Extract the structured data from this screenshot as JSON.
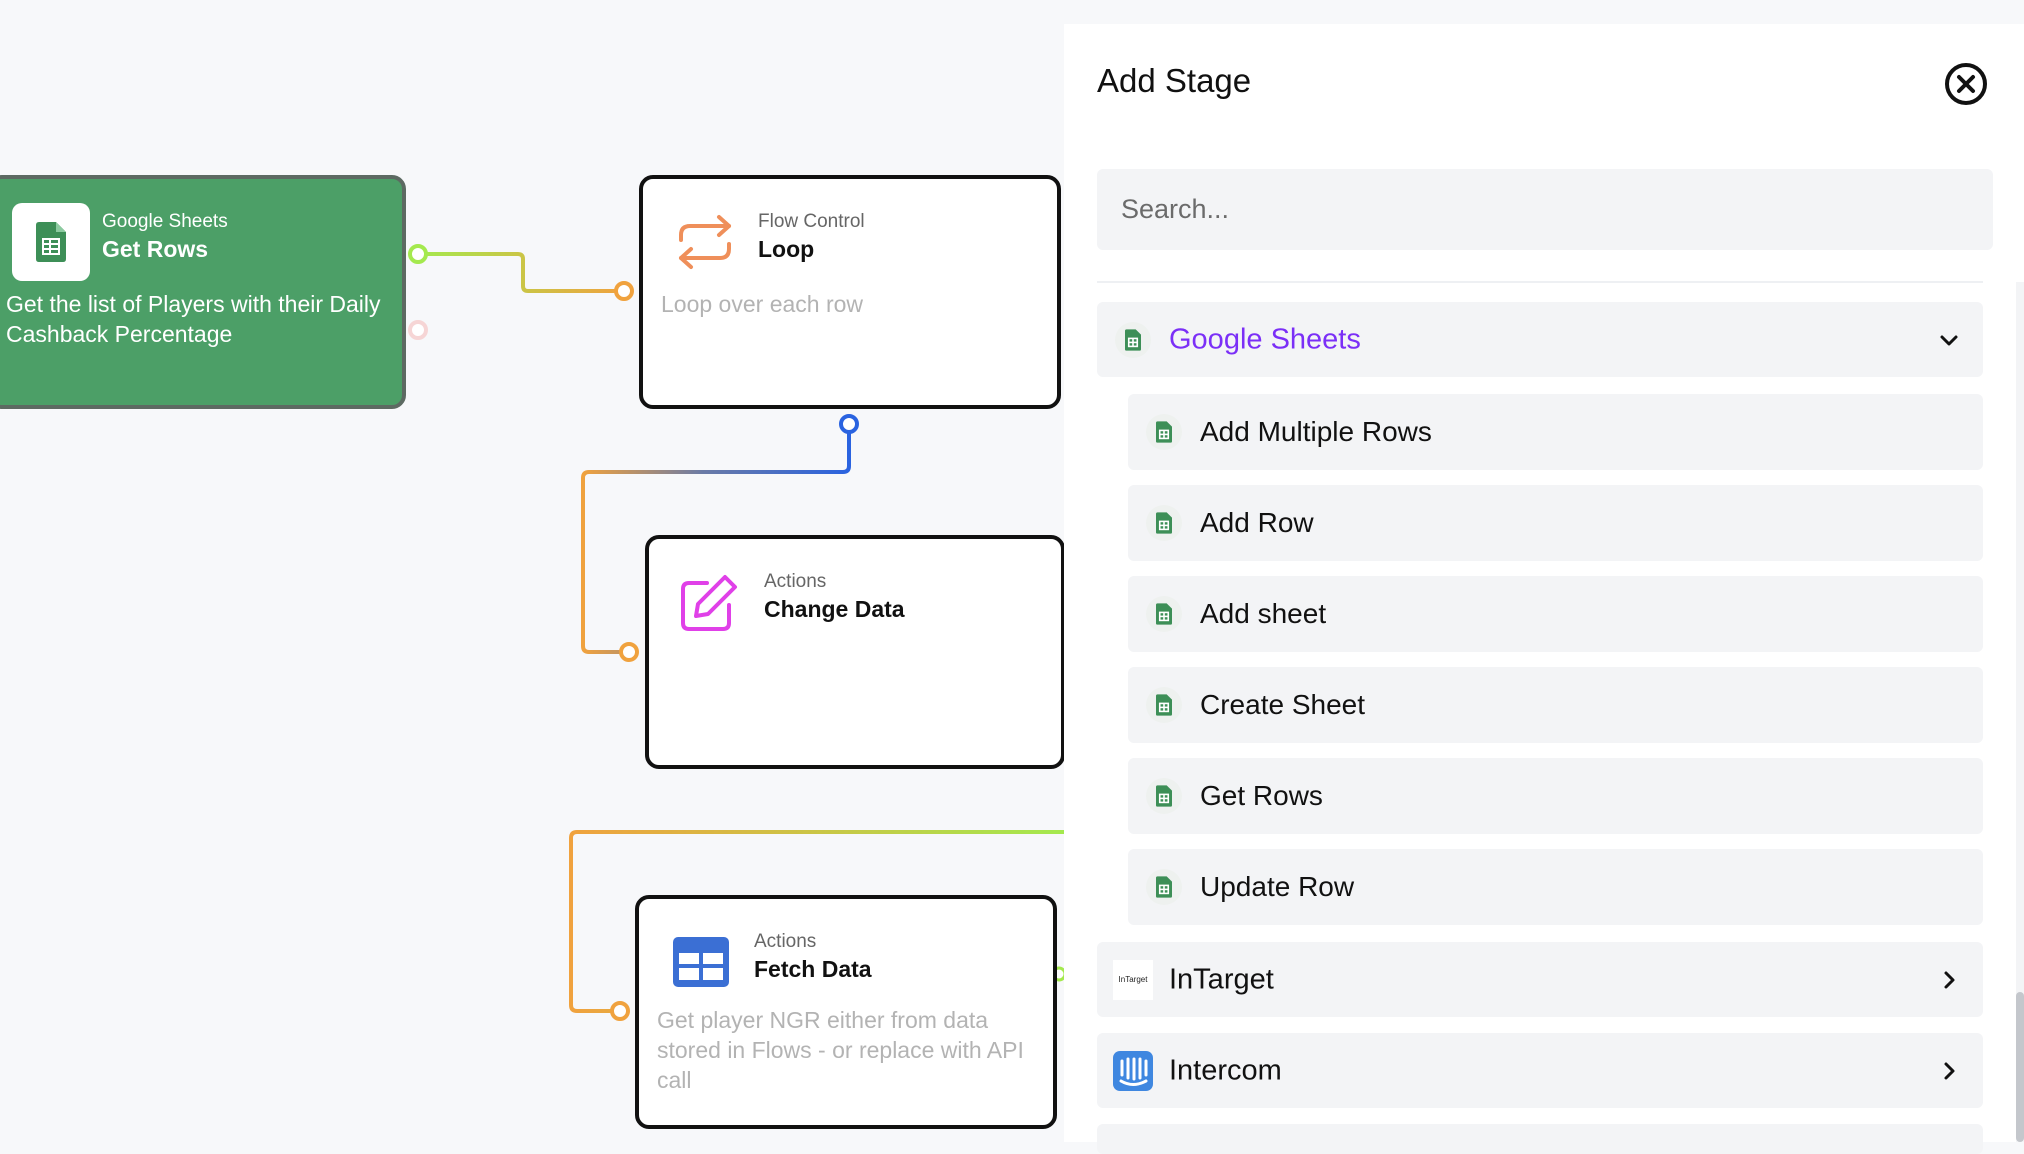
{
  "canvas": {
    "nodes": [
      {
        "category": "Google Sheets",
        "title": "Get Rows",
        "description": "Get the list of Players with their Daily Cashback Percentage",
        "icon": "google-sheets-icon"
      },
      {
        "category": "Flow Control",
        "title": "Loop",
        "description": "Loop over each row",
        "icon": "loop-arrows-icon"
      },
      {
        "category": "Actions",
        "title": "Change Data",
        "description": "",
        "icon": "edit-pencil-icon"
      },
      {
        "category": "Actions",
        "title": "Fetch Data",
        "description": "Get player NGR either from data stored in Flows - or replace with API call",
        "icon": "table-icon"
      }
    ]
  },
  "panel": {
    "title": "Add Stage",
    "close_icon": "close-circle-icon",
    "search_placeholder": "Search...",
    "search_value": "",
    "categories": [
      {
        "label": "Google Sheets",
        "expanded": true,
        "label_color": "#7b2ff7",
        "icon": "google-sheets-icon"
      },
      {
        "label": "InTarget",
        "expanded": false,
        "icon": "intarget-logo",
        "logo_text": "InTarget"
      },
      {
        "label": "Intercom",
        "expanded": false,
        "icon": "intercom-logo"
      }
    ],
    "google_sheets_actions": [
      "Add Multiple Rows",
      "Add Row",
      "Add sheet",
      "Create Sheet",
      "Get Rows",
      "Update Row"
    ]
  },
  "colors": {
    "sheets_green": "#4c9f67",
    "loop_orange": "#ef8f5a",
    "actions_magenta": "#e040e8",
    "fetch_blue": "#3b6fd4",
    "intercom_blue": "#3f87e0",
    "accent_purple": "#7b2ff7"
  }
}
